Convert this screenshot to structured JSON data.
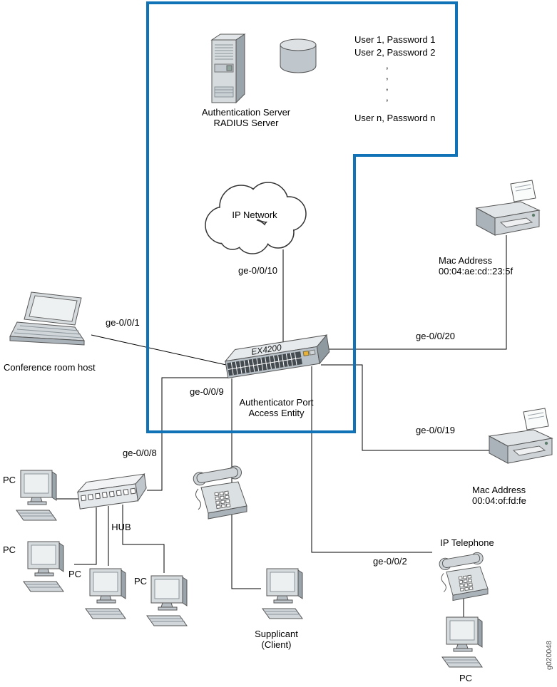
{
  "figure": {
    "id": "g020048"
  },
  "colors": {
    "accent": "#1173b7",
    "line": "#000000"
  },
  "auth_server": {
    "line1": "Authentication Server",
    "line2": "RADIUS Server",
    "credentials": [
      "User 1,  Password 1",
      "User 2,  Password 2",
      ",",
      ",",
      ",",
      ",",
      "User n,  Password n"
    ]
  },
  "network": {
    "cloud_label": "IP Network"
  },
  "switch": {
    "model": "EX4200",
    "role_line1": "Authenticator Port",
    "role_line2": "Access Entity"
  },
  "ports": {
    "uplink": "ge-0/0/10",
    "conference": "ge-0/0/1",
    "printer_top": "ge-0/0/20",
    "printer_mid": "ge-0/0/19",
    "hub": "ge-0/0/8",
    "phone": "ge-0/0/9",
    "ip_phone": "ge-0/0/2"
  },
  "devices": {
    "conference_host": "Conference room host",
    "printer_top": {
      "label1": "Mac Address",
      "label2": "00:04:ae:cd::23:5f"
    },
    "printer_mid": {
      "label1": "Mac Address",
      "label2": "00:04:of:fd:fe"
    },
    "hub": "HUB",
    "pc": "PC",
    "supplicant_line1": "Supplicant",
    "supplicant_line2": "(Client)",
    "ip_phone": "IP Telephone"
  }
}
